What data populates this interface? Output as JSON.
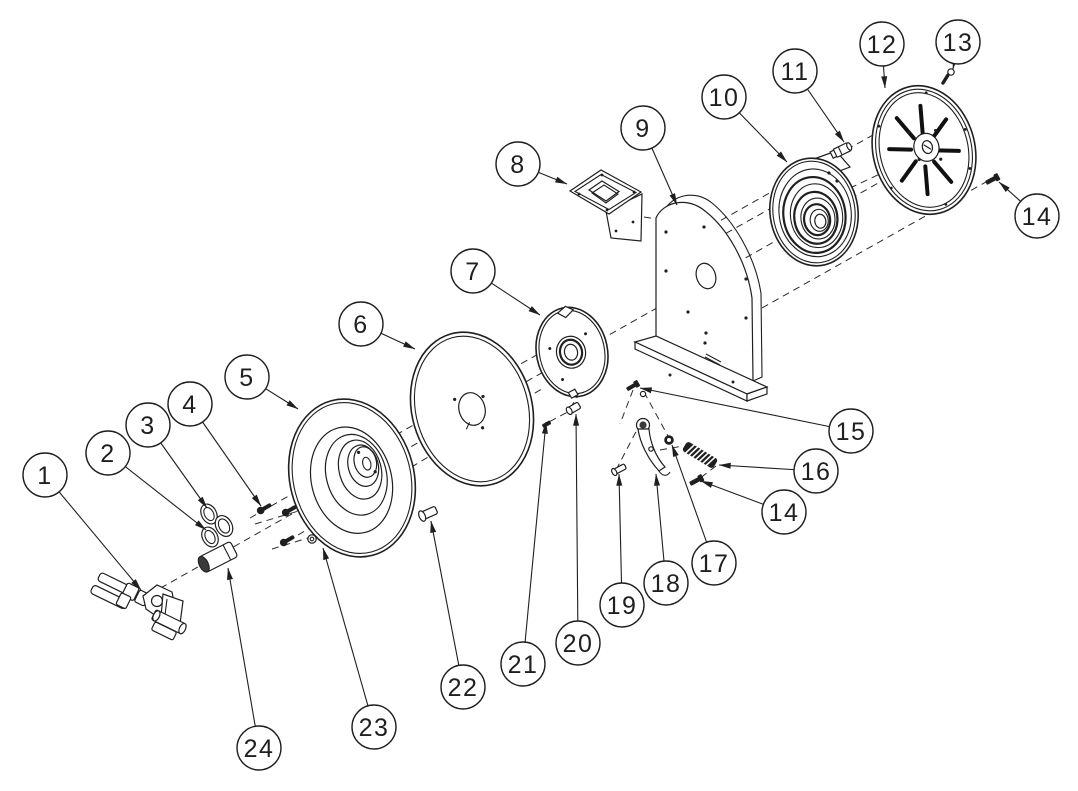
{
  "figure": {
    "kind": "exploded-parts-diagram",
    "background_color": "#ffffff",
    "line_color": "#1f1f1f"
  },
  "balloons": {
    "b1": "1",
    "b2": "2",
    "b3": "3",
    "b4": "4",
    "b5": "5",
    "b6": "6",
    "b7": "7",
    "b8": "8",
    "b9": "9",
    "b10": "10",
    "b11": "11",
    "b12": "12",
    "b13": "13",
    "b14": "14",
    "b15": "15",
    "b16": "16",
    "b17": "17",
    "b18": "18",
    "b19": "19",
    "b20": "20",
    "b21": "21",
    "b22": "22",
    "b23": "23",
    "b24": "24"
  }
}
